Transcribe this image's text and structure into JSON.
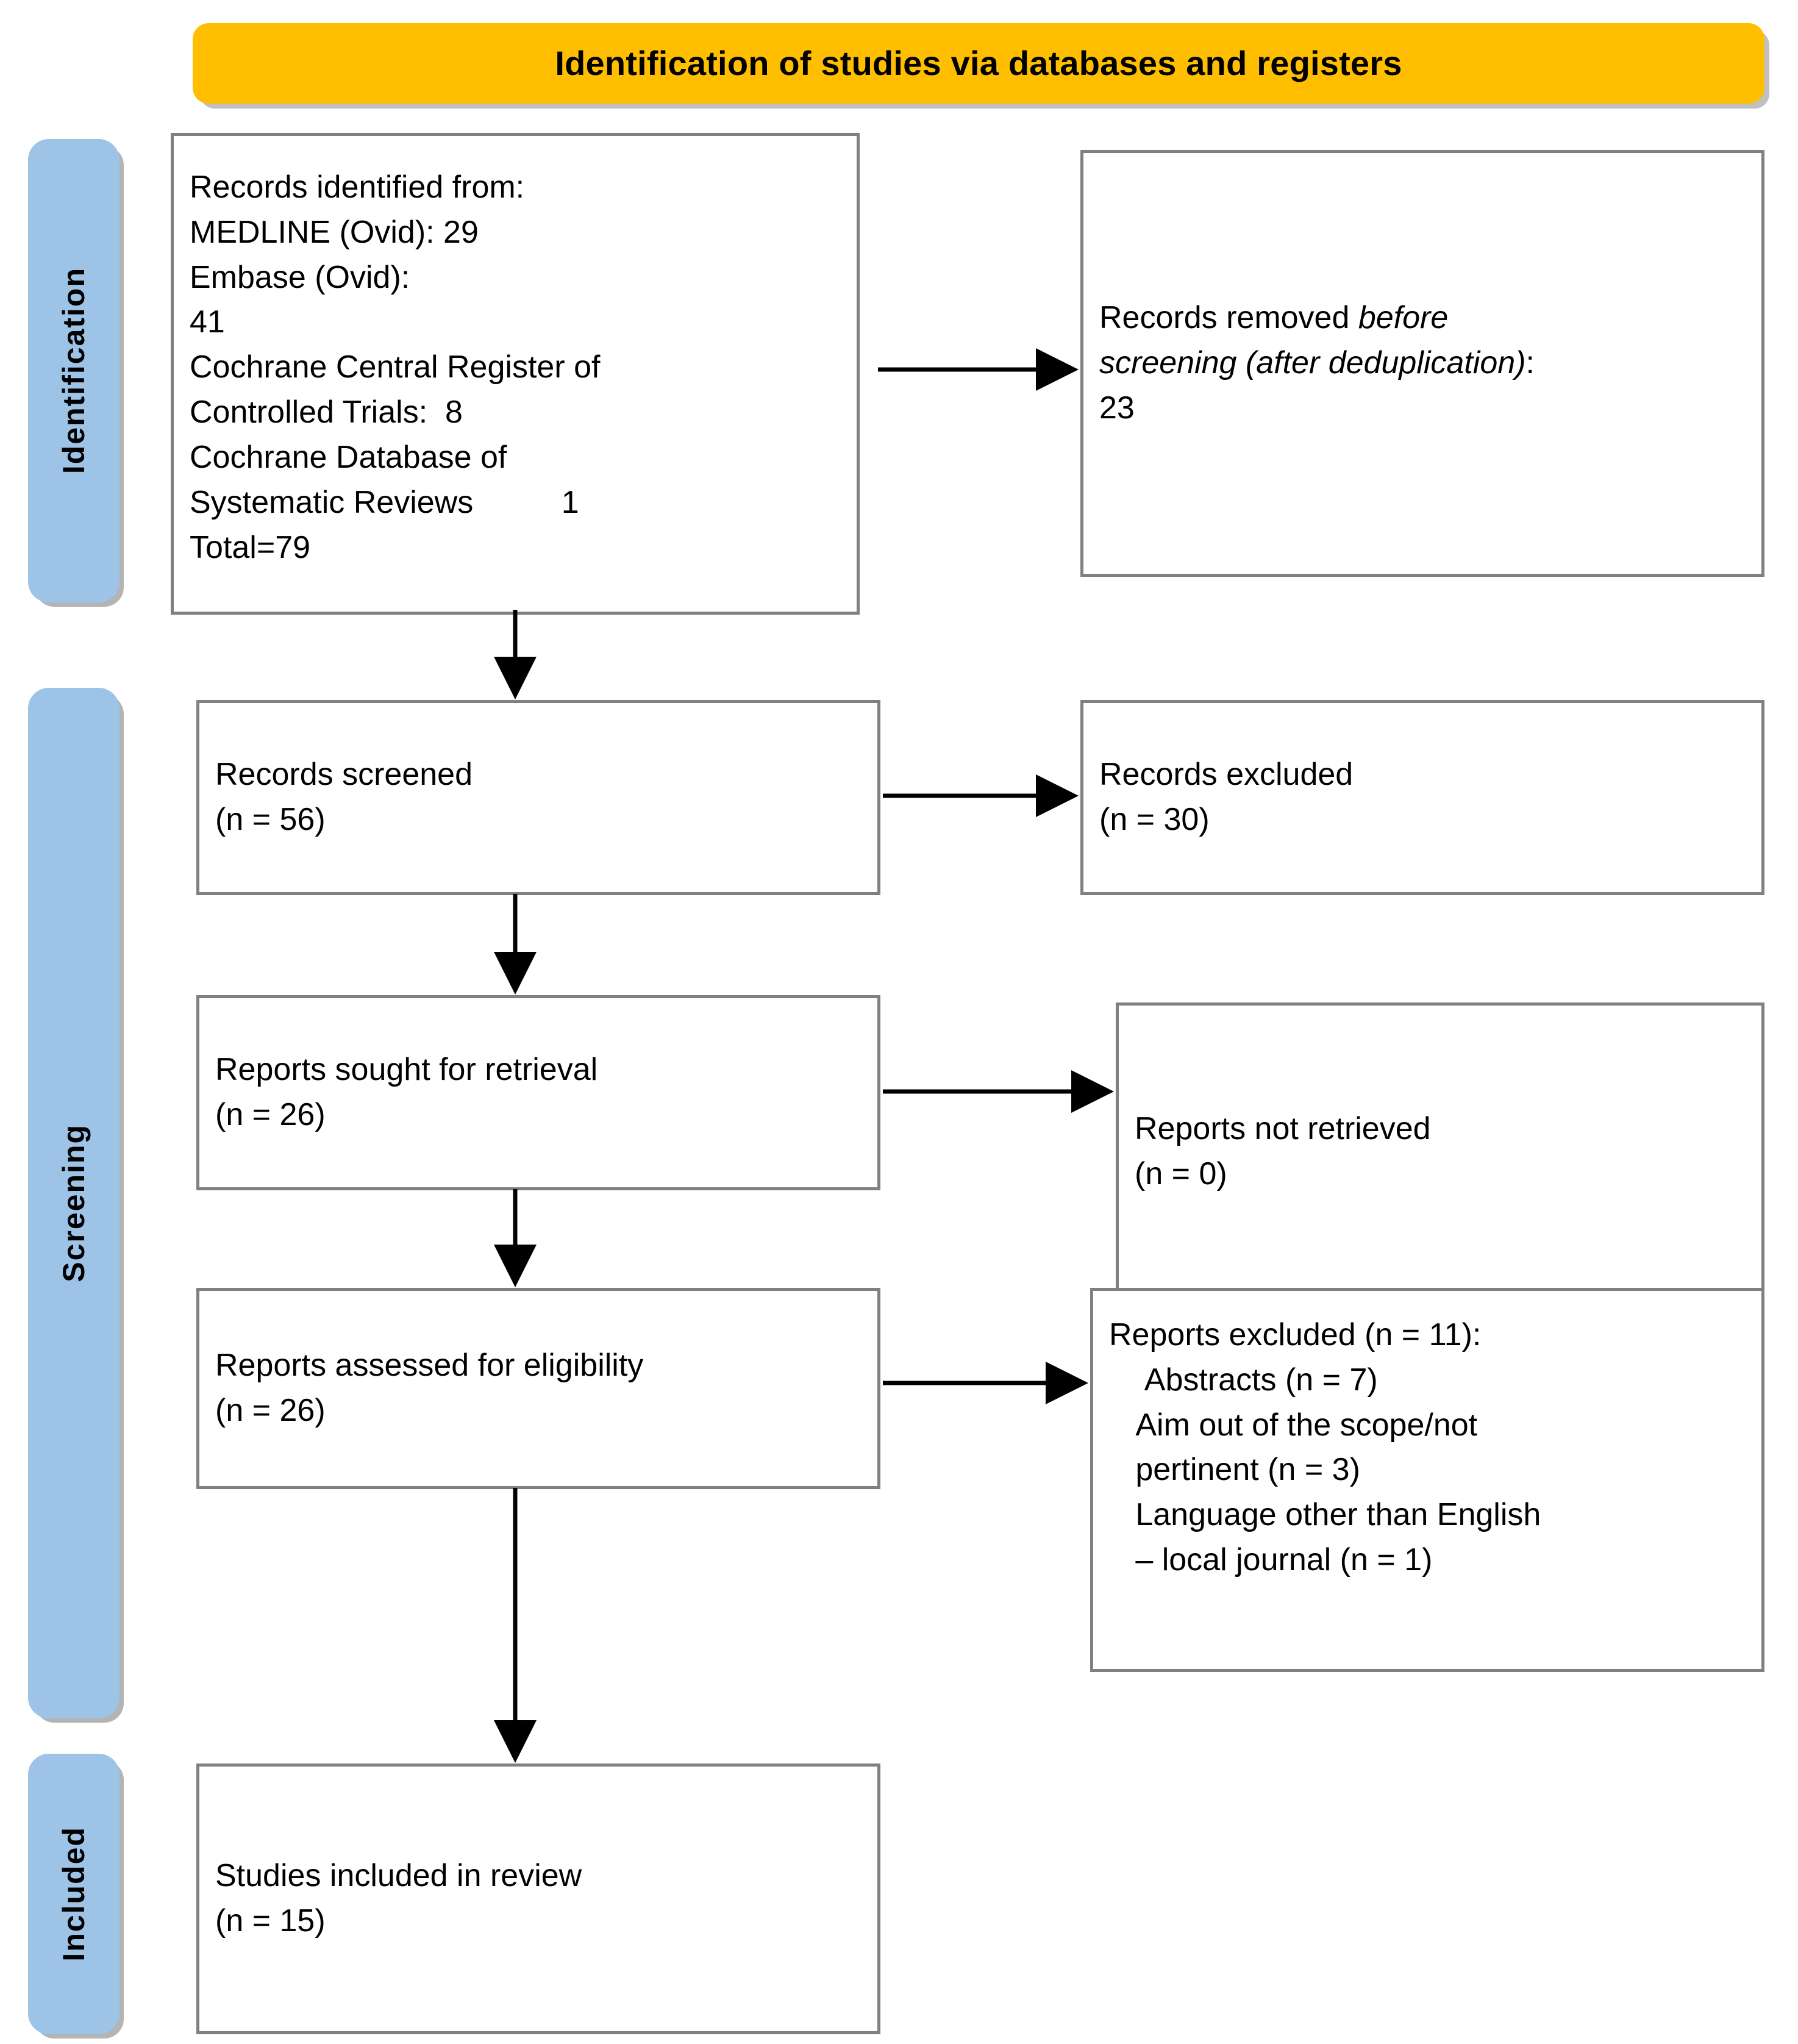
{
  "banner": {
    "title": "Identification of studies via databases and registers",
    "color": "#FFBF00"
  },
  "stages": [
    {
      "id": "identification",
      "label": "Identification",
      "color": "#9DC3E6"
    },
    {
      "id": "screening",
      "label": "Screening",
      "color": "#9DC3E6"
    },
    {
      "id": "included",
      "label": "Included",
      "color": "#9DC3E6"
    }
  ],
  "boxes": {
    "records_identified": {
      "heading": "Records identified from:",
      "lines": [
        "Records identified from:",
        "MEDLINE (Ovid): 29",
        "Embase (Ovid):",
        "41",
        "Cochrane Central Register of",
        "Controlled Trials:  8",
        "Cochrane Database of",
        "Systematic Reviews          1",
        "Total=79"
      ],
      "sources": [
        {
          "name": "MEDLINE (Ovid)",
          "count": 29
        },
        {
          "name": "Embase (Ovid)",
          "count": 41
        },
        {
          "name": "Cochrane Central Register of Controlled Trials",
          "count": 8
        },
        {
          "name": "Cochrane Database of Systematic Reviews",
          "count": 1
        }
      ],
      "total": 79,
      "total_label": "Total=79"
    },
    "records_removed": {
      "line1_plain": "Records removed ",
      "line1_italic": "before",
      "line2_italic": "screening (after deduplication)",
      "line2_tail": ":",
      "count": "23"
    },
    "records_screened": {
      "label": "Records screened",
      "count": "(n = 56)"
    },
    "records_excluded": {
      "label": "Records excluded",
      "count": "(n = 30)"
    },
    "reports_sought": {
      "label": "Reports sought for retrieval",
      "count": "(n = 26)"
    },
    "reports_not_retrieved": {
      "label": "Reports not retrieved",
      "count": "(n = 0)"
    },
    "reports_assessed": {
      "label": "Reports assessed for eligibility",
      "count": "(n = 26)"
    },
    "reports_excluded": {
      "heading": "Reports excluded (n = 11):",
      "reasons": [
        "Abstracts (n = 7)",
        "Aim out of the scope/not pertinent (n = 3)",
        "Language other than English – local journal (n = 1)"
      ],
      "reason_lines": [
        "    Abstracts (n = 7)",
        "   Aim out of the scope/not",
        "   pertinent (n = 3)",
        "   Language other than English",
        "   – local journal (n = 1)"
      ]
    },
    "studies_included": {
      "label": "Studies included in review",
      "count": "(n = 15)"
    }
  },
  "arrows": {
    "identified_to_removed": "right-arrow",
    "identified_to_screened": "down-arrow",
    "screened_to_excluded": "right-arrow",
    "screened_to_sought": "down-arrow",
    "sought_to_not_retrieved": "right-arrow",
    "sought_to_assessed": "down-arrow",
    "assessed_to_excluded": "right-arrow",
    "assessed_to_included": "down-arrow"
  }
}
